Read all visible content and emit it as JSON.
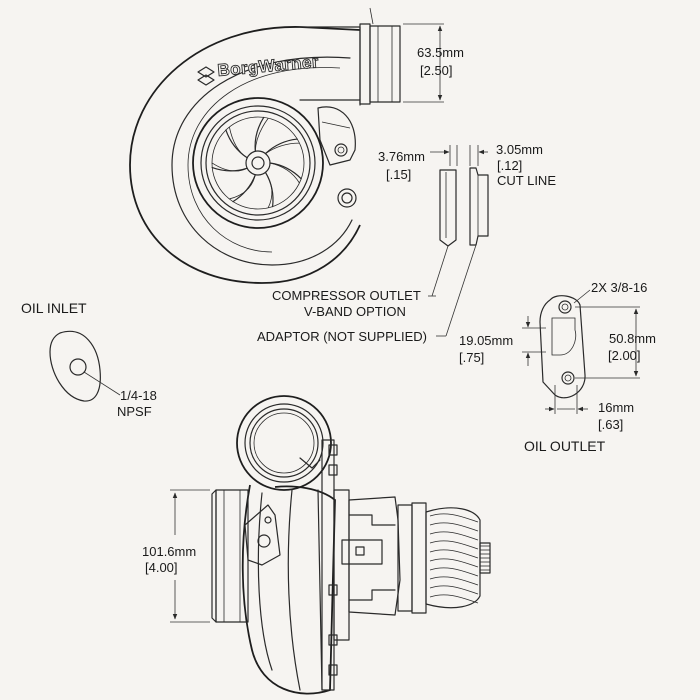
{
  "brand": "BorgWarner",
  "labels": {
    "compressor_inlet_mm": "63.5mm",
    "compressor_inlet_in": "[2.50]",
    "vband_width_mm": "3.76mm",
    "vband_width_in": "[.15]",
    "cut_line_mm": "3.05mm",
    "cut_line_in": "[.12]",
    "cut_line": "CUT LINE",
    "compressor_outlet_line1": "COMPRESSOR OUTLET",
    "compressor_outlet_line2": "V-BAND OPTION",
    "adaptor": "ADAPTOR (NOT SUPPLIED)",
    "oil_inlet_title": "OIL INLET",
    "oil_inlet_thread_line1": "1/4-18",
    "oil_inlet_thread_line2": "NPSF",
    "oil_outlet_holes": "2X 3/8-16",
    "oil_outlet_spacing_mm": "19.05mm",
    "oil_outlet_spacing_in": "[.75]",
    "oil_outlet_height_mm": "50.8mm",
    "oil_outlet_height_in": "[2.00]",
    "oil_outlet_width_mm": "16mm",
    "oil_outlet_width_in": "[.63]",
    "oil_outlet_title": "OIL OUTLET",
    "turbine_inlet_mm": "101.6mm",
    "turbine_inlet_in": "[4.00]"
  },
  "colors": {
    "line": "#2a2a2a",
    "background": "#f6f4f1"
  }
}
